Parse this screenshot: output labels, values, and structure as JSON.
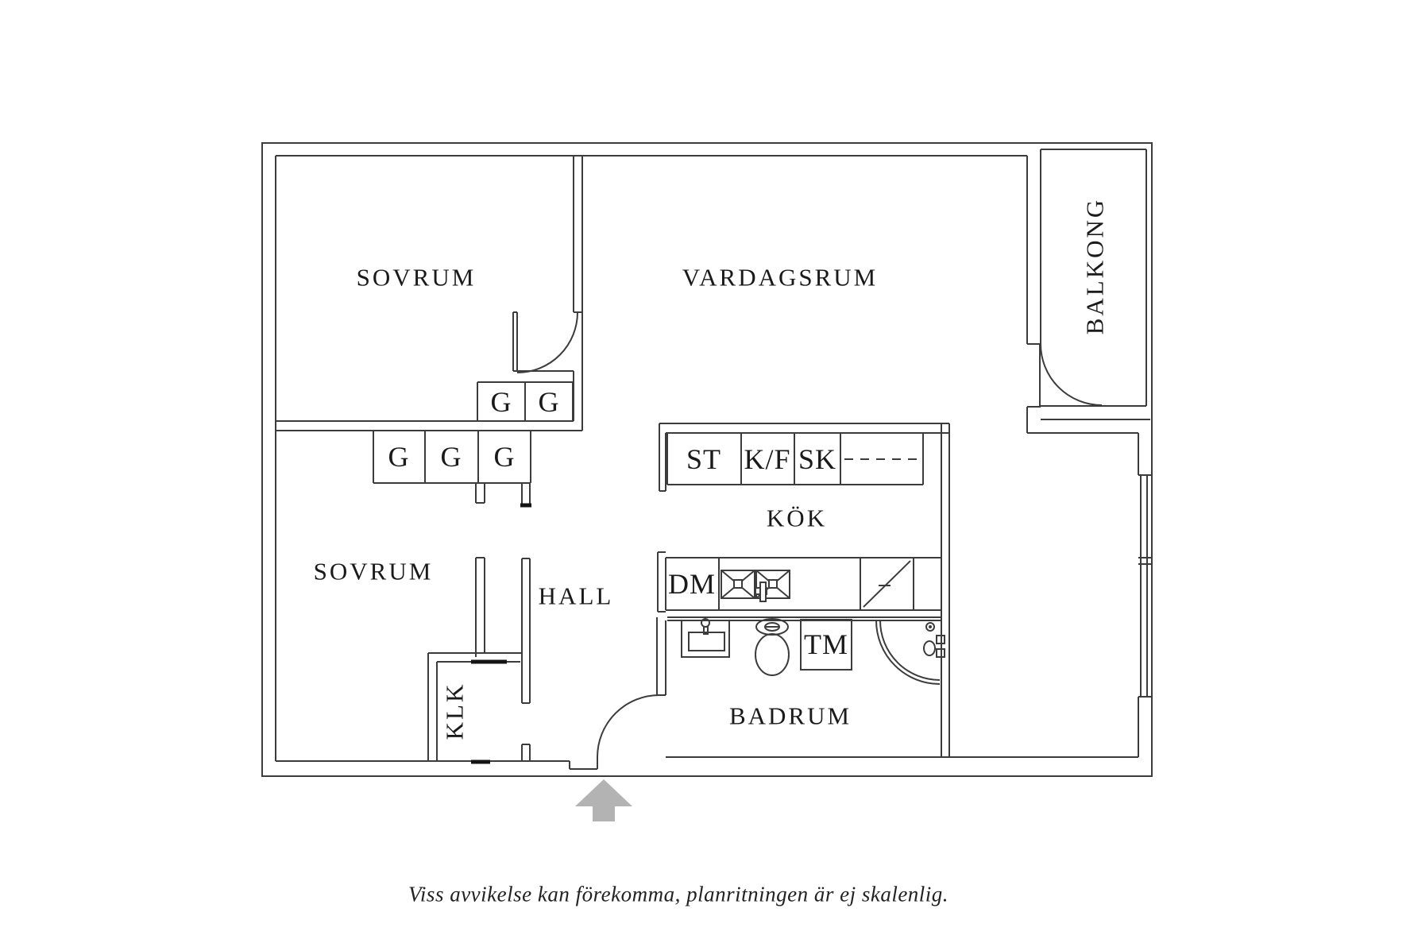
{
  "colors": {
    "line": "#3c3c3c",
    "thick_mark": "#141414",
    "arrow": "#b3b3b3",
    "text": "#1a1a1a",
    "background": "#ffffff"
  },
  "labels": {
    "sovrum_top": "SOVRUM",
    "vardagsrum": "VARDAGSRUM",
    "balkong": "BALKONG",
    "g": "G",
    "st": "ST",
    "kf": "K/F",
    "sk": "SK",
    "kok": "KÖK",
    "sovrum_lower": "SOVRUM",
    "hall": "HALL",
    "klk": "KLK",
    "dm": "DM",
    "tm": "TM",
    "badrum": "BADRUM"
  },
  "caption": "Viss avvikelse kan förekomma, planritningen är ej skalenlig.",
  "icons": {
    "entrance_arrow": "arrow-up"
  }
}
